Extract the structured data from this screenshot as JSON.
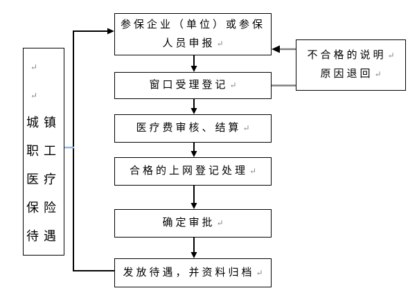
{
  "flow": {
    "left_label": {
      "empty_marks": [
        "↵",
        "↵"
      ],
      "lines": [
        "城镇",
        "职工",
        "医疗",
        "保险",
        "待遇"
      ]
    },
    "steps": [
      {
        "line1": "参保企业（单位）或参保",
        "line2": "人员申报"
      },
      {
        "line1": "窗口受理登记"
      },
      {
        "line1": "医疗费审核、结算"
      },
      {
        "line1": "合格的上网登记处理"
      },
      {
        "line1": "确定审批"
      },
      {
        "line1": "发放待遇，并资料归档"
      }
    ],
    "side_note": {
      "line1": "不合格的说明",
      "line2": "原因退回"
    },
    "pilcrow": "↵",
    "colors": {
      "border": "#000000",
      "connector_gray": "#7f7f7f",
      "tick_blue": "#95b8dd",
      "mark_gray": "#808080"
    }
  }
}
